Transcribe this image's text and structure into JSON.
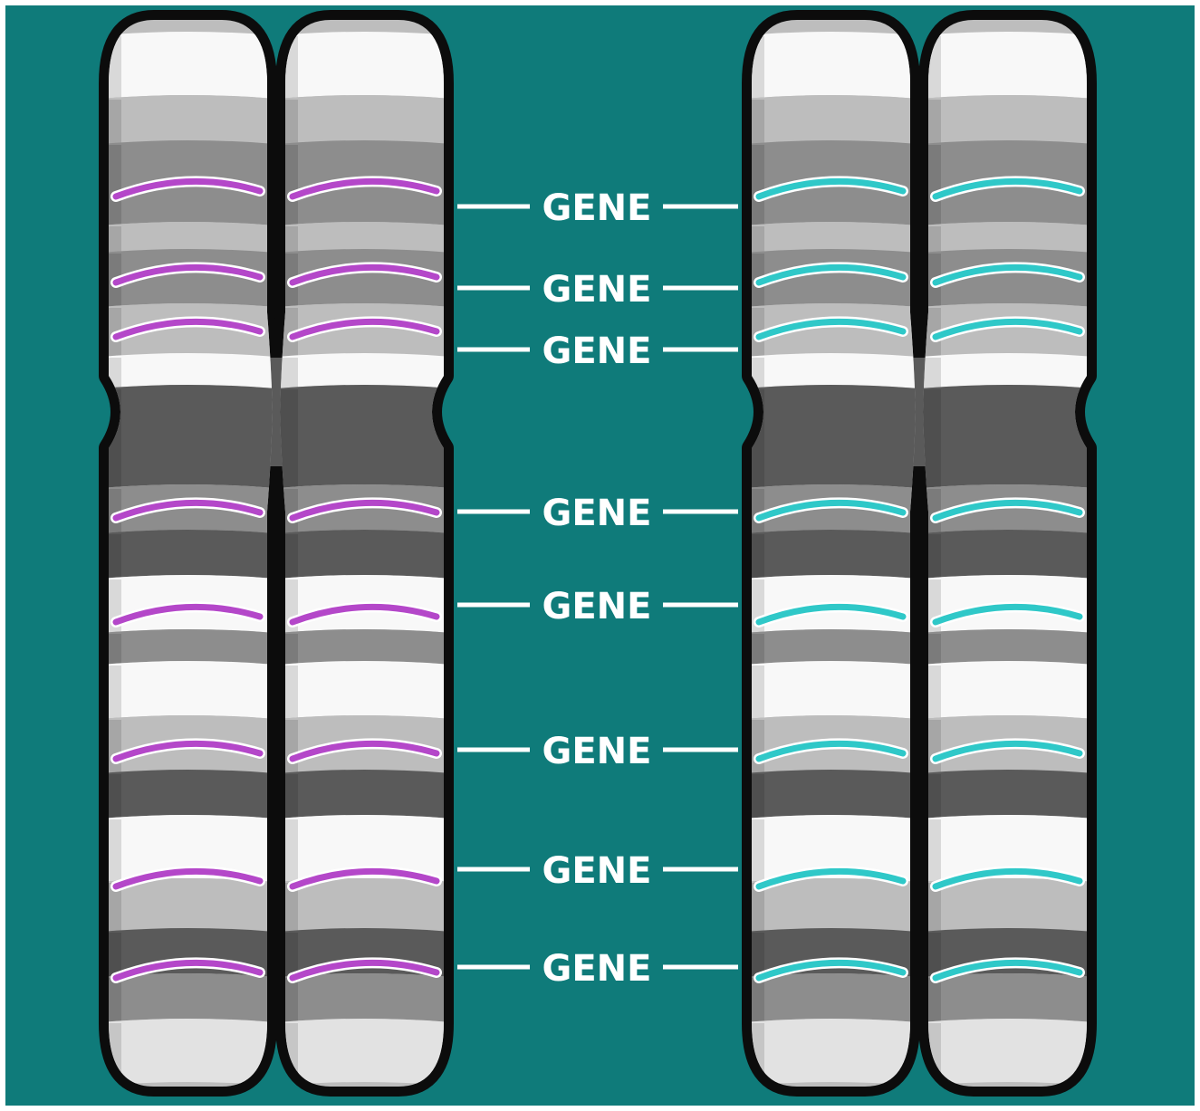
{
  "diagram": {
    "colors": {
      "background": "#0f7b7a",
      "outline": "#0c0c0c",
      "band_dark": "#5a5a5a",
      "band_mid": "#8d8d8d",
      "band_light": "#bdbdbd",
      "band_pale": "#e2e2e2",
      "band_white": "#f8f8f8",
      "left_gene_stripe": "#b447c9",
      "right_gene_stripe": "#2fc8c8",
      "label_line": "#ffffff"
    },
    "chromosomes": [
      {
        "name": "left-chromosome",
        "stripe_color": "#b447c9"
      },
      {
        "name": "right-chromosome",
        "stripe_color": "#2fc8c8"
      }
    ],
    "gene_labels": [
      {
        "text": "GENE"
      },
      {
        "text": "GENE"
      },
      {
        "text": "GENE"
      },
      {
        "text": "GENE"
      },
      {
        "text": "GENE"
      },
      {
        "text": "GENE"
      },
      {
        "text": "GENE"
      },
      {
        "text": "GENE"
      }
    ]
  }
}
